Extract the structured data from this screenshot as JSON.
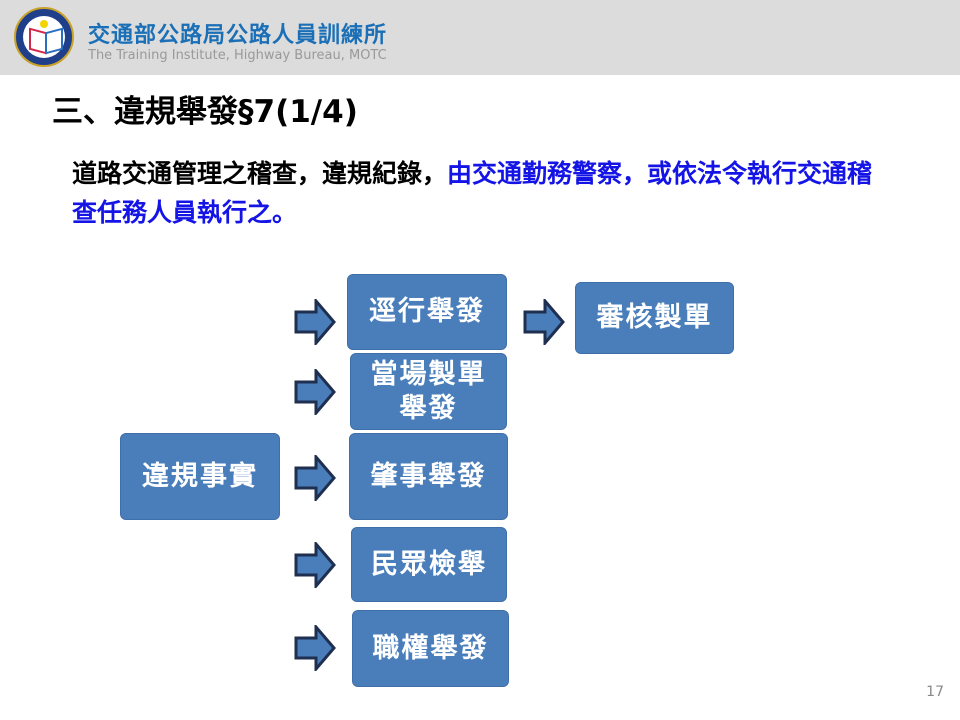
{
  "header": {
    "org_cn": "交通部公路局公路人員訓練所",
    "org_en": "The Training Institute, Highway Bureau,  MOTC"
  },
  "title": "三、違規舉發§7(1/4)",
  "body": {
    "black": "道路交通管理之稽查，違規紀錄，",
    "blue": "由交通勤務警察，或依法令執行交通稽查任務人員執行之。"
  },
  "diagram": {
    "source": "違規事實",
    "branches": [
      "逕行舉發",
      "當場製單舉發",
      "肇事舉發",
      "民眾檢舉",
      "職權舉發"
    ],
    "next": "審核製單"
  },
  "page_number": "17",
  "colors": {
    "box": "#4a7ebb",
    "arrow_outline": "#1f2f4f",
    "blue_text": "#1414e6"
  }
}
